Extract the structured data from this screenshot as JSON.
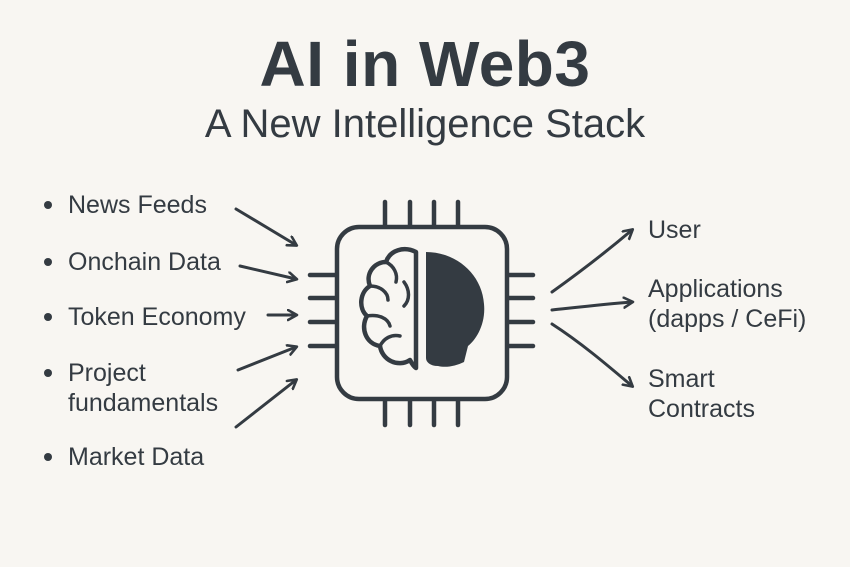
{
  "title": "AI in Web3",
  "subtitle": "A New Intelligence Stack",
  "inputs": [
    {
      "label": "News Feeds"
    },
    {
      "label": "Onchain Data"
    },
    {
      "label": "Token Economy"
    },
    {
      "label_line1": "Project",
      "label_line2": "fundamentals"
    },
    {
      "label": "Market Data"
    }
  ],
  "outputs": [
    {
      "label": "User"
    },
    {
      "label_line1": "Applications",
      "label_line2": "(dapps / CeFi)"
    },
    {
      "label_line1": "Smart",
      "label_line2": "Contracts"
    }
  ],
  "colors": {
    "background": "#f8f6f2",
    "ink": "#343b42"
  },
  "icons": {
    "center": "chip-brain-icon",
    "arrow": "arrow-icon"
  }
}
